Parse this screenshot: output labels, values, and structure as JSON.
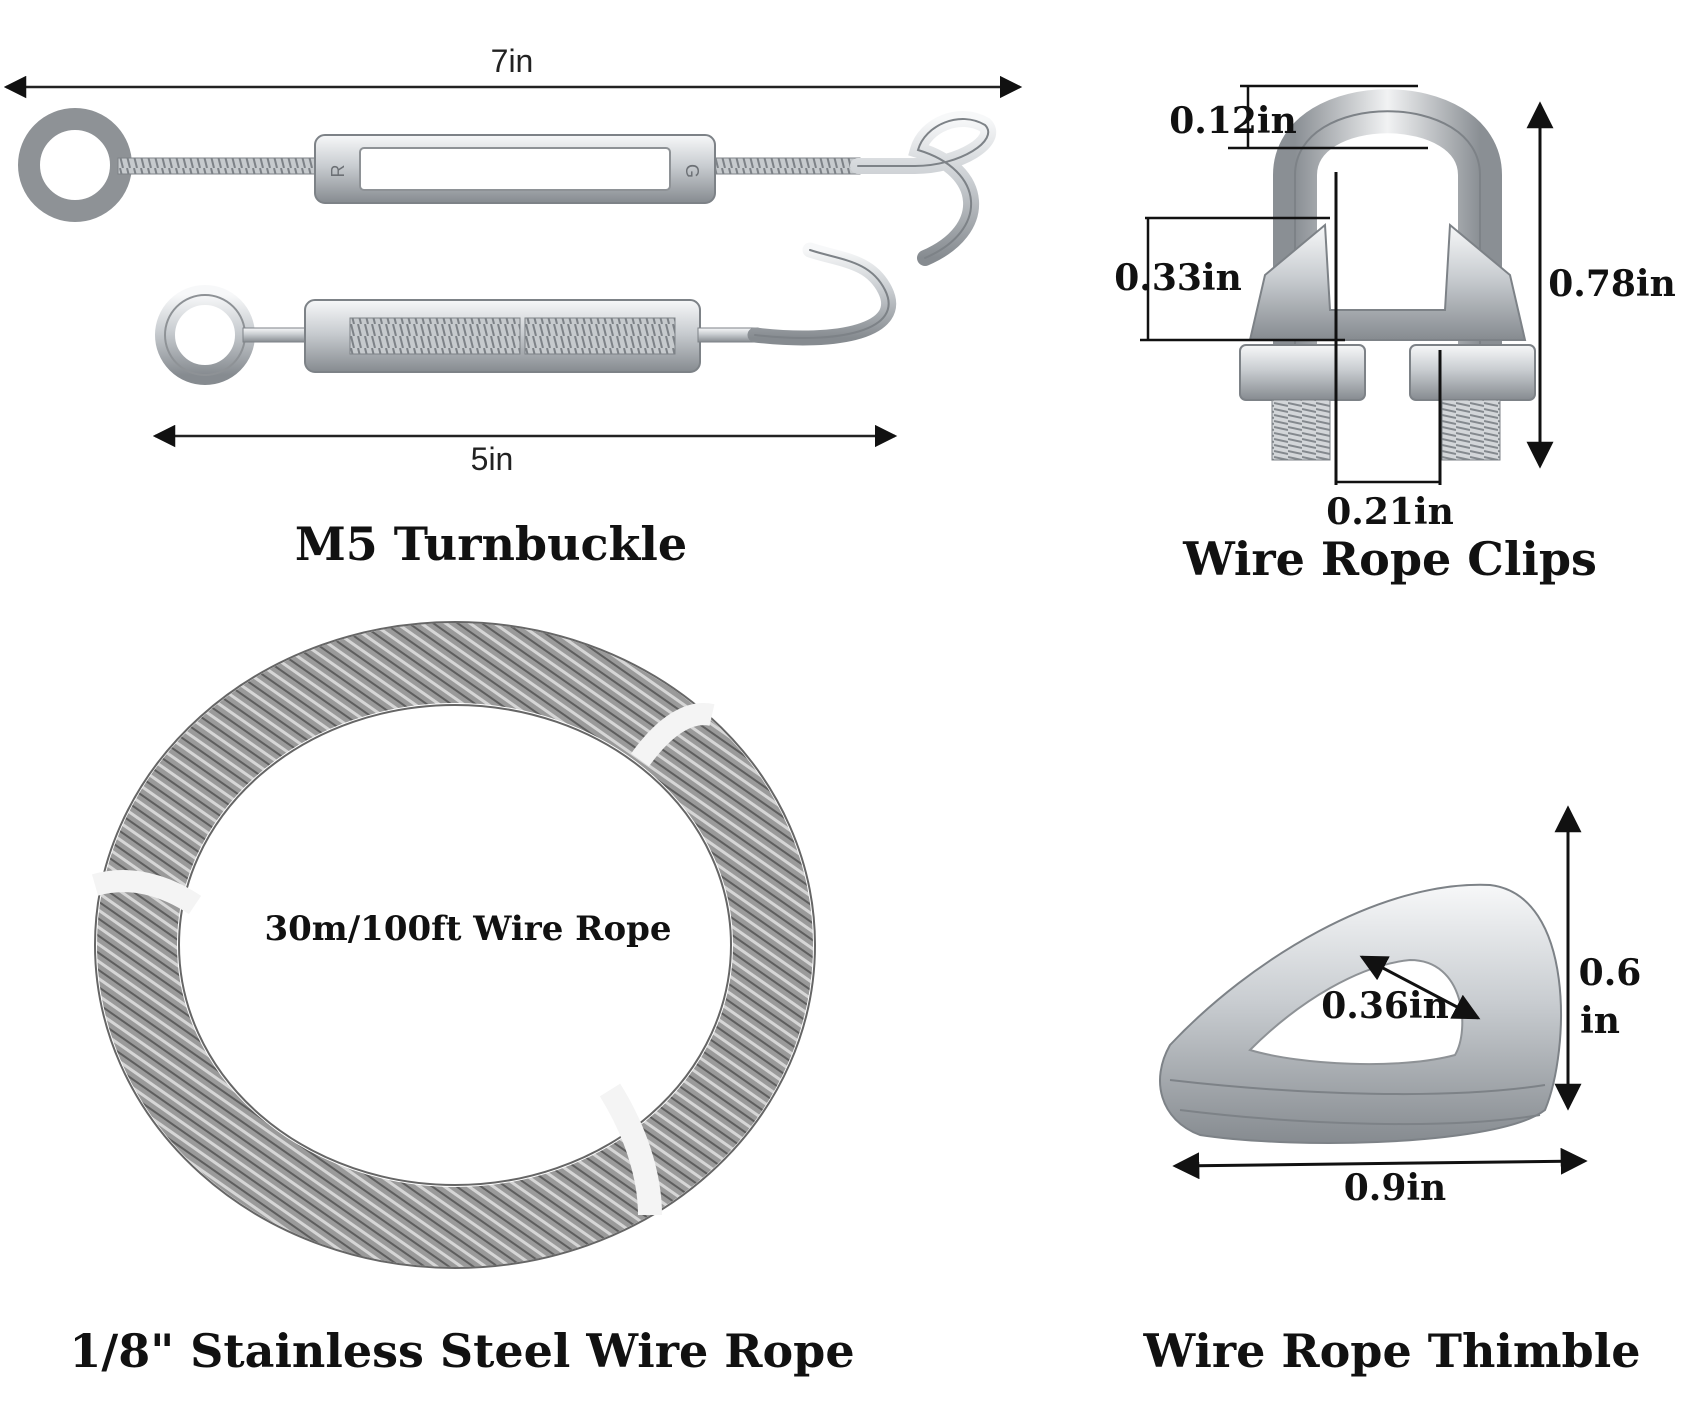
{
  "turnbuckle": {
    "title": "M5 Turnbuckle",
    "dim_long": "7in",
    "dim_short": "5in",
    "body_mark_left": "R",
    "body_mark_right": "G"
  },
  "clip": {
    "title": "Wire Rope Clips",
    "dim_top": "0.12in",
    "dim_left": "0.33in",
    "dim_right": "0.78in",
    "dim_bottom": "0.21in"
  },
  "rope": {
    "title": "1/8\" Stainless Steel Wire Rope",
    "center_label": "30m/100ft Wire Rope"
  },
  "thimble": {
    "title": "Wire Rope Thimble",
    "dim_inner": "0.36in",
    "dim_height_1": "0.6",
    "dim_height_2": "in",
    "dim_width": "0.9in"
  },
  "colors": {
    "metal_light": "#eceef0",
    "metal_mid": "#b9bdc1",
    "metal_dark": "#7d8287",
    "rope_gray": "#8a8a8a",
    "text": "#111111"
  }
}
